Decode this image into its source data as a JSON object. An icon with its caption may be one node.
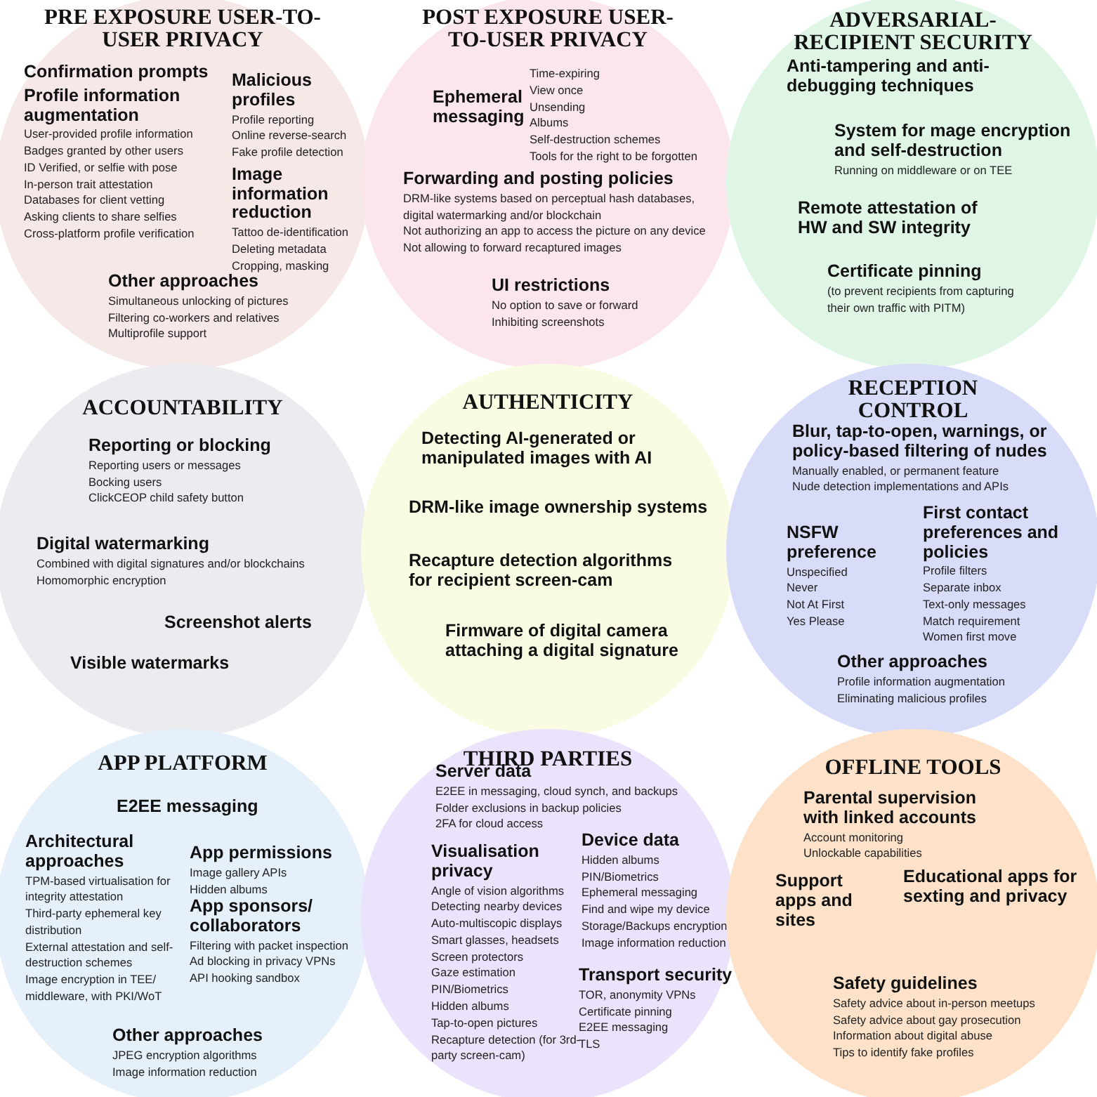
{
  "diagram": {
    "nodes": [
      {
        "text": [
          "PRE EXPOSURE USER-TO-USER PRIVACY",
          "Confirmation prompts",
          "Profile information augmentation",
          "User-provided profile information",
          "Badges granted by other users",
          "ID Verified, or selfie with pose",
          "In-person trait attestation",
          "Databases for client vetting",
          "Asking clients to share selfies",
          "Cross-platform profile verification",
          "Malicious profiles",
          "Profile reporting",
          "Online reverse-search",
          "Fake profile detection",
          "Image information reduction",
          "Tattoo de-identification",
          "Deleting metadata",
          "Cropping, masking",
          "Other approaches",
          "Simultaneous unlocking of pictures",
          "Filtering co-workers and relatives",
          "Multiprofile support"
        ]
      },
      {
        "text": [
          "POST EXPOSURE USER-TO-USER PRIVACY",
          "Ephemeral messaging",
          "Time-expiring",
          "View once",
          "Unsending",
          "Albums",
          "Self-destruction schemes",
          "Tools for the right to be forgotten",
          "Forwarding and posting policies",
          "DRM-like systems based on perceptual hash databases, digital watermarking and/or blockchain",
          "Not authorizing an app to access the picture on any device",
          "Not allowing to forward recaptured images",
          "UI restrictions",
          "No option to save or forward",
          "Inhibiting screenshots"
        ]
      },
      {
        "text": [
          "ADVERSARIAL-RECIPIENT SECURITY",
          "Anti-tampering and anti-debugging techniques",
          "System for mage encryption and self-destruction",
          "Running on middleware or on TEE",
          "Remote attestation of HW and SW integrity",
          "Certificate pinning",
          "(to prevent recipients from capturing their own traffic with PITM)"
        ]
      },
      {
        "text": [
          "ACCOUNTABILITY",
          "Reporting or blocking",
          "Reporting users or messages",
          "Bocking users",
          "ClickCEOP child safety button",
          "Digital watermarking",
          "Combined with digital signatures and/or blockchains",
          "Homomorphic encryption",
          "Screenshot alerts",
          "Visible watermarks"
        ]
      },
      {
        "text": [
          "AUTHENTICITY",
          "Detecting AI-generated or manipulated images with AI",
          "DRM-like image ownership systems",
          "Recapture detection algorithms for recipient screen-cam",
          "Firmware of digital camera attaching a digital signature"
        ]
      },
      {
        "text": [
          "RECEPTION CONTROL",
          "Blur, tap-to-open, warnings, or policy-based filtering of nudes",
          "Manually enabled, or permanent feature",
          "Nude detection implementations and APIs",
          "NSFW preference",
          "Unspecified",
          "Never",
          "Not At First",
          "Yes Please",
          "First contact preferences and policies",
          "Profile filters",
          "Separate inbox",
          "Text-only messages",
          "Match requirement",
          "Women first move",
          "Other approaches",
          "Profile information augmentation",
          "Eliminating malicious profiles"
        ]
      },
      {
        "text": [
          "APP PLATFORM",
          "E2EE messaging",
          "Architectural approaches",
          "TPM-based virtualisation for integrity attestation",
          "Third-party ephemeral key distribution",
          "External attestation and self-destruction schemes",
          "Image encryption in TEE/ middleware, with PKI/WoT",
          "App permissions",
          "Image gallery APIs",
          "Hidden albums",
          "App sponsors/ collaborators",
          "Filtering with packet inspection",
          "Ad blocking in privacy VPNs",
          "API hooking sandbox",
          "Other approaches",
          "JPEG encryption algorithms",
          "Image information reduction"
        ]
      },
      {
        "text": [
          "THIRD PARTIES",
          "Server data",
          "E2EE in messaging, cloud synch, and backups",
          "Folder exclusions in backup policies",
          "2FA for cloud access",
          "Visualisation privacy",
          "Angle of vision algorithms",
          "Detecting nearby devices",
          "Auto-multiscopic displays",
          "Smart glasses, headsets",
          "Screen protectors",
          "Gaze estimation",
          "PIN/Biometrics",
          "Hidden albums",
          "Tap-to-open pictures",
          "Recapture detection (for 3rd-party screen-cam)",
          "Device data",
          "Hidden albums",
          "PIN/Biometrics",
          "Ephemeral messaging",
          "Find and wipe my device",
          "Storage/Backups encryption",
          "Image information reduction",
          "Transport security",
          "TOR, anonymity VPNs",
          "Certificate pinning",
          "E2EE messaging",
          "TLS"
        ]
      },
      {
        "text": [
          "OFFLINE TOOLS",
          "Parental supervision with linked accounts",
          "Account monitoring",
          "Unlockable capabilities",
          "Support apps and sites",
          "Educational apps for sexting and privacy",
          "Safety guidelines",
          "Safety advice about in-person meetups",
          "Safety advice about gay prosecution",
          "Information about digital abuse",
          "Tips to identify fake profiles"
        ]
      }
    ]
  }
}
